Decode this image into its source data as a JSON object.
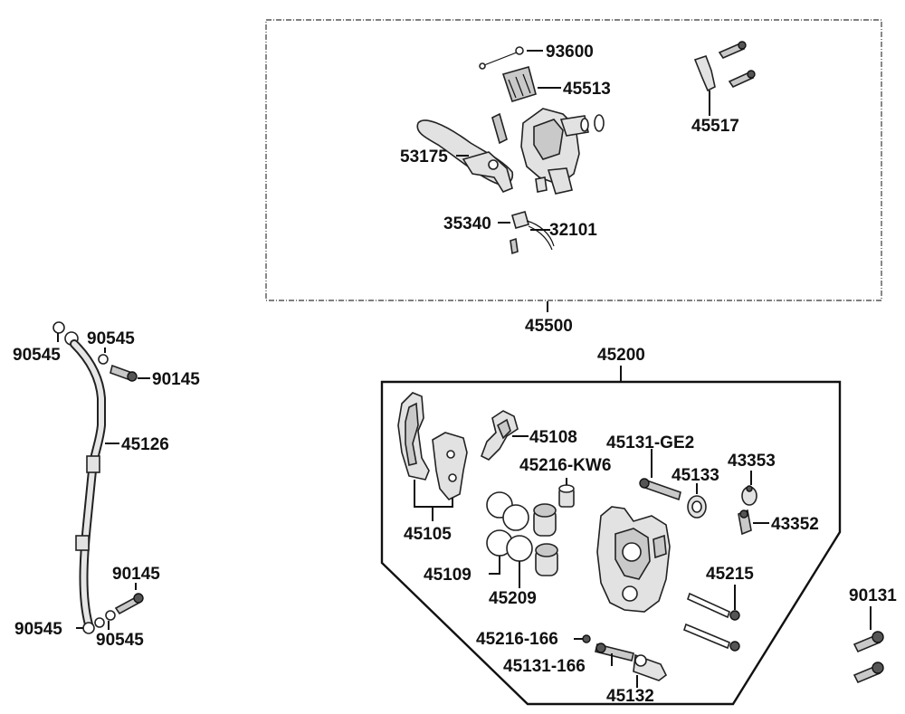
{
  "diagram": {
    "type": "exploded parts diagram",
    "colors": {
      "line": "#111111",
      "part_fill": "#e2e2e2",
      "part_shade": "#c9c9c9",
      "background": "#ffffff"
    },
    "groups": {
      "master_cylinder_assy": "45500",
      "caliper_assy": "45200"
    },
    "labels": {
      "p93600": "93600",
      "p45513": "45513",
      "p45517": "45517",
      "p53175": "53175",
      "p35340": "35340",
      "p32101": "32101",
      "p45500": "45500",
      "p45200": "45200",
      "p90545_a": "90545",
      "p90545_b": "90545",
      "p90145_a": "90145",
      "p45126": "45126",
      "p90145_b": "90145",
      "p90545_c": "90545",
      "p90545_d": "90545",
      "p45108": "45108",
      "p45131_ge2": "45131-GE2",
      "p45216_kw6": "45216-KW6",
      "p45133": "45133",
      "p43353": "43353",
      "p43352": "43352",
      "p45105": "45105",
      "p45109": "45109",
      "p45209": "45209",
      "p45215": "45215",
      "p45216_166": "45216-166",
      "p45131_166": "45131-166",
      "p45132": "45132",
      "p90131": "90131"
    }
  }
}
